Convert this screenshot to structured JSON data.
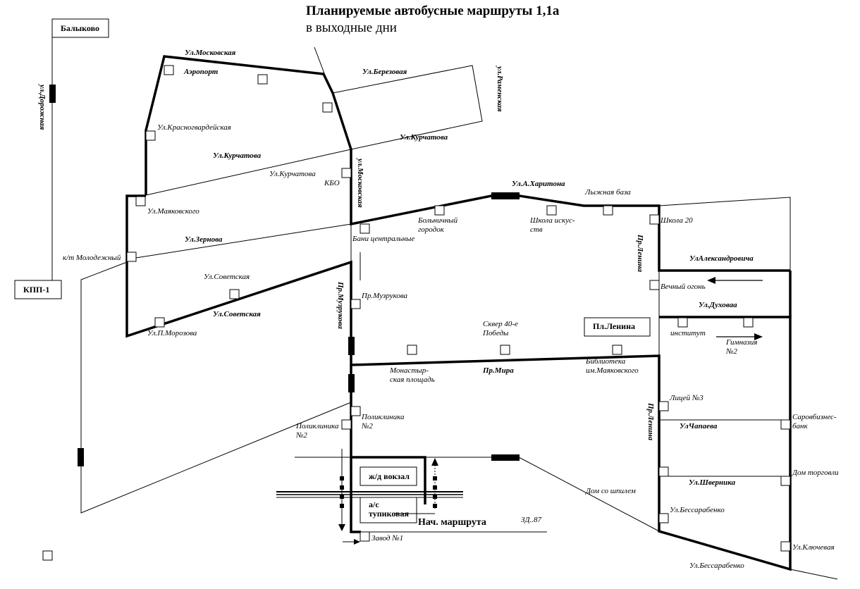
{
  "title": {
    "line1": "Планируемые автобусные маршруты 1,1а",
    "line2": "в  выходные дни"
  },
  "boxes": {
    "balykovo": "Балыково",
    "kpp": "КПП-1",
    "pl_lenina": "Пл.Ленина",
    "station": "ж/д вокзал",
    "bus_station_1": "а/с",
    "bus_station_2": "тупиковая"
  },
  "route_start": "Нач. маршрута",
  "streets": {
    "dorozhnaya": "ул.Дорожная",
    "moskovskaya_top": "Ул.Московская",
    "berezovaya": "Ул.Березовая",
    "ramenskaya": "ул.Раменская",
    "kurchatova_1": "Ул.Курчатова",
    "kurchatova_2": "Ул.Курчатова",
    "moskovskaya_v": "ул.Московская",
    "kharitona": "Ул.А.Харитона",
    "zernova": "Ул.Зернова",
    "sovetskaya_1": "Ул.Советская",
    "sovetskaya_2": "Ул.Советская",
    "muzrukova": "Пр.Музрукова",
    "lenina_1": "Пр.Ленина",
    "lenina_2": "Пр.Ленина",
    "aleksandrovicha": "УлАлександровича",
    "dukhova": "Ул.Духоваа",
    "mira": "Пр.Мира",
    "chapaeva": "УлЧапаева",
    "shvernika": "Ул.Шверника",
    "bessarabenko_street": "Ул.Бессарабенко",
    "zd87": "ЗД..87"
  },
  "stops": {
    "airport": "Аэропорт",
    "krasnogvardeyskaya": "Ул.Красногвардейская",
    "kurchatova": "Ул.Курчатова",
    "kbo": "КБО",
    "mayakovskogo": "Ул.Маяковского",
    "molodezhny": "к/т Молодежный",
    "sovetskaya": "Ул.Советская",
    "morozova": "Ул.П.Морозова",
    "bani_1": "Бани центральные",
    "bolnichny_1": "Больничный",
    "bolnichny_2": "городок",
    "shkola_isk_1": "Школа искус-",
    "shkola_isk_2": "ств",
    "lyzhnaya": "Лыжная база",
    "shkola20": "Школа 20",
    "vechny": "Вечный огонь",
    "muzrukova": "Пр.Музрукова",
    "skver_1": "Сквер 40-е",
    "skver_2": "Победы",
    "institut": "институт",
    "gimnazia_1": "Гимназия",
    "gimnazia_2": "№2",
    "monastyr_1": "Монастыр-",
    "monastyr_2": "ская площадь",
    "biblioteka_1": "Библиотека",
    "biblioteka_2": "им.Маяковского",
    "poliklinika_r1": "Поликлиника",
    "poliklinika_r2": "№2",
    "poliklinika_l1": "Поликлиника",
    "poliklinika_l2": "№2",
    "litsey": "Лицей №3",
    "sarov_1": "Саровбизнес-",
    "sarov_2": "банк",
    "dom_torgovli": "Дом торговли",
    "dom_shpil": "Дом со шпилем",
    "bessarabenko": "Ул.Бессарабенко",
    "klyuchevaya": "Ул.Ключевая",
    "zavod": "Завод №1"
  }
}
